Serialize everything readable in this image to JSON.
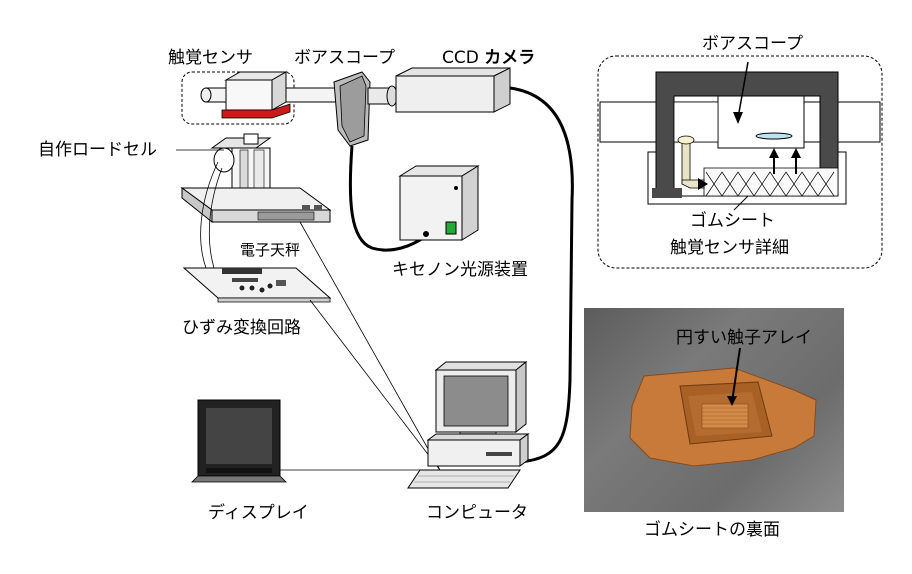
{
  "labels": {
    "tactile_sensor": "触覚センサ",
    "borescope": "ボアスコープ",
    "ccd_camera_prefix": "CCD ",
    "ccd_camera_suffix": "カメラ",
    "load_cell": "自作ロードセル",
    "xenon_light": "キセノン光源装置",
    "balance": "電子天秤",
    "strain_circuit": "ひずみ変換回路",
    "display": "ディスプレイ",
    "computer": "コンピュータ",
    "detail_borescope": "ボアスコープ",
    "rubber_sheet": "ゴムシート",
    "sensor_detail": "触覚センサ詳細",
    "cone_array": "円すい触子アレイ",
    "rubber_back": "ゴムシートの裏面"
  },
  "colors": {
    "black": "#000000",
    "red_base": "#cc1a1a",
    "green_button": "#22aa33",
    "rubber_orange": "#c87a3a"
  }
}
